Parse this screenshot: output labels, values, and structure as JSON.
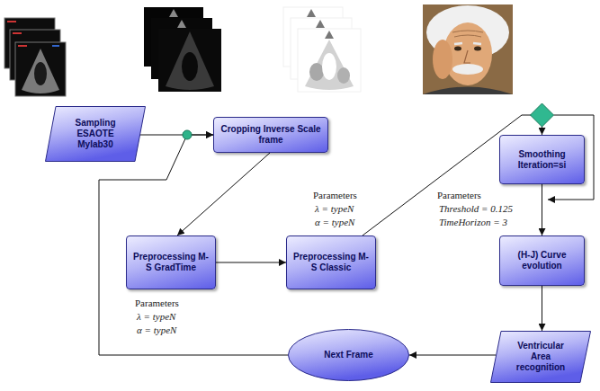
{
  "diagram": {
    "nodes": [
      {
        "text": [
          "Sampling ESAOTE Mylab30"
        ]
      },
      {
        "text": [
          "Cropping Inverse Scale frame"
        ]
      },
      {
        "text": [
          "Preprocessing M-S GradTime"
        ]
      },
      {
        "text": [
          "Preprocessing M-S Classic"
        ]
      },
      {
        "text": [
          "Smoothing Iteration=si"
        ]
      },
      {
        "text": [
          "(H-J) Curve evolution"
        ]
      },
      {
        "text": [
          "Ventricular Area recognition"
        ]
      },
      {
        "text": [
          "Next Frame"
        ]
      }
    ],
    "edges": [
      {
        "from": 0,
        "to": 1,
        "arrow": "to"
      },
      {
        "from": 7,
        "to": 1,
        "arrow": "to"
      },
      {
        "from": 1,
        "to": 2,
        "arrow": "to"
      },
      {
        "from": 2,
        "to": 3,
        "arrow": "to"
      },
      {
        "from": 3,
        "to": 4,
        "arrow": "to"
      },
      {
        "from": 4,
        "to": 5,
        "arrow": "to"
      },
      {
        "from": 5,
        "to": 6,
        "arrow": "to"
      },
      {
        "from": 6,
        "to": 7,
        "arrow": "to"
      }
    ],
    "labels": [
      "Parameters",
      "λ = typeN",
      "α = typeN",
      "Parameters",
      "Threshold = 0.125",
      "TimeHorizon = 3",
      "Parameters",
      "λ = typeN",
      "α = typeN"
    ]
  }
}
